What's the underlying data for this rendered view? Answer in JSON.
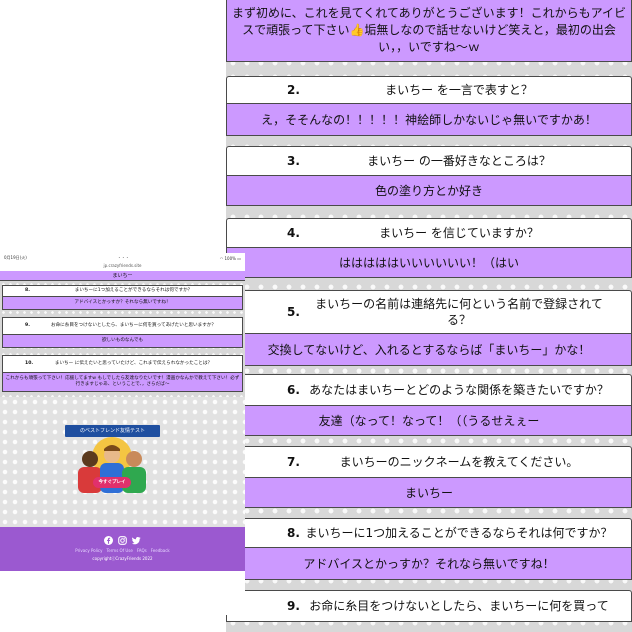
{
  "main": {
    "intro": "まず初めに、これを見てくれてありがとうございます！これからもアイビスで頑張って下さい👍垢無しなので話せないけど笑えと，最初の出会い，，いですね〜ｗ",
    "items": [
      {
        "num": "2.",
        "question": "まいちー を一言で表すと？",
        "answer": "え，そそんなの！！！！！神絵師しかないじゃ無いですかあ！"
      },
      {
        "num": "3.",
        "question": "まいちー の一番好きなところは？",
        "answer": "色の塗り方とか好き"
      },
      {
        "num": "4.",
        "question": "まいちー を信じていますか？",
        "answer": "はははははいいいいいい！（はい"
      },
      {
        "num": "5.",
        "question": "まいちーの名前は連絡先に何という名前で登録されてる？",
        "answer": "交換してないけど、入れるとするならば「まいちー」かな！"
      },
      {
        "num": "6.",
        "question": "あなたはまいちーとどのような関係を築きたいですか？",
        "answer": "友達（なって！なって！（（うるせえぇー"
      },
      {
        "num": "7.",
        "question": "まいちーのニックネームを教えてください。",
        "answer": "まいちー"
      },
      {
        "num": "8.",
        "question": "まいちーに1つ加えることができるならそれは何ですか？",
        "answer": "アドバイスとかっすか？それなら無いですね！"
      },
      {
        "num": "9.",
        "question": "お命に糸目をつけないとしたら、まいちーに何を買って",
        "answer": ""
      }
    ]
  },
  "phone": {
    "status_time": "0月19日(火)",
    "status_dots": "・・・",
    "status_battery": "100%",
    "url": "jp.crazyfriends.site",
    "top_answer": "まいちー",
    "items": [
      {
        "num": "8.",
        "question": "まいちーに1つ加えることができるならそれは何ですか？",
        "answer": "アドバイスとかっすか？それなら無いですね！"
      },
      {
        "num": "9.",
        "question": "お命に糸目をつけないとしたら、まいちーに何を買ってあげたいと思いますか？",
        "answer": "欲しいものなんでも"
      },
      {
        "num": "10.",
        "question": "まいちー に伝えたいと思っていたけど、これまで伝えられなかったことは？",
        "answer": "これからも頑張って下さい！応援してますw もしでしたら友達なりたいです！漫画かなんかで教えて下さい！必ず行きますじゃあ、ということで、，さらだば〜"
      }
    ],
    "promo_title": "のベストフレンド友情テスト",
    "promo_button": "今すぐプレイ",
    "footer_links": [
      "Privacy Policy",
      "Terms Of Use",
      "FAQs",
      "Feedback"
    ],
    "copyright": "copyrightⓒCrazyFriends 2022",
    "social_icons": [
      "facebook-icon",
      "instagram-icon",
      "twitter-icon"
    ]
  },
  "colors": {
    "answer_bg": "#cc99ff",
    "footer_bg": "#9b59d0",
    "banner_bg": "#1f4fa0",
    "play_button": "#e1306c"
  }
}
